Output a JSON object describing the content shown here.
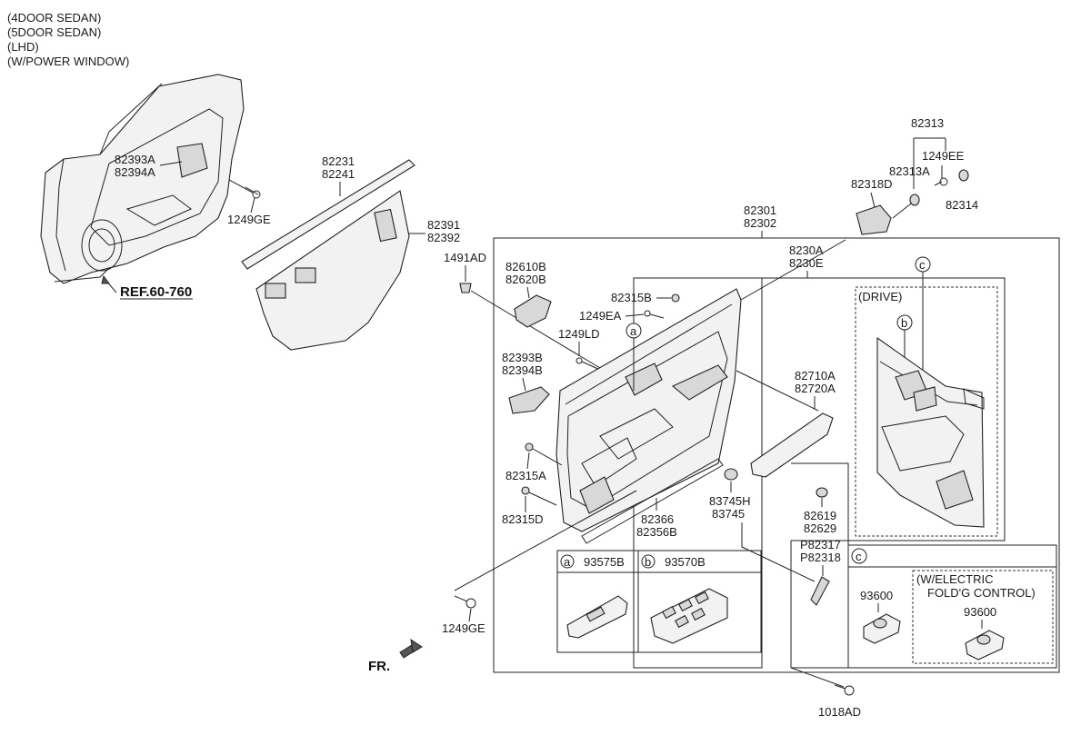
{
  "header_notes": [
    "(4DOOR SEDAN)",
    "(5DOOR SEDAN)",
    "(LHD)",
    "(W/POWER WINDOW)"
  ],
  "ref_label": "REF.60-760",
  "fr_label": "FR.",
  "parts": {
    "p82393A": "82393A",
    "p82394A": "82394A",
    "p1249GE_top": "1249GE",
    "p82231": "82231",
    "p82241": "82241",
    "p82391": "82391",
    "p82392": "82392",
    "p1491AD": "1491AD",
    "p82610B": "82610B",
    "p82620B": "82620B",
    "p82301": "82301",
    "p82302": "82302",
    "p82313": "82313",
    "p1249EE": "1249EE",
    "p82313A": "82313A",
    "p82318D": "82318D",
    "p82314": "82314",
    "p8230A": "8230A",
    "p8230E": "8230E",
    "p82315B": "82315B",
    "p1249EA": "1249EA",
    "p1249LD": "1249LD",
    "p82393B": "82393B",
    "p82394B": "82394B",
    "p82315A": "82315A",
    "p82315D": "82315D",
    "p82366": "82366",
    "p82356B": "82356B",
    "p83745H": "83745H",
    "p83745": "83745",
    "p82710A": "82710A",
    "p82720A": "82720A",
    "p82619": "82619",
    "p82629": "82629",
    "pP82317": "P82317",
    "pP82318": "P82318",
    "p1249GE_bottom": "1249GE",
    "p1018AD": "1018AD",
    "p93575B": "93575B",
    "p93570B": "93570B",
    "p93600_a": "93600",
    "p93600_b": "93600"
  },
  "callouts": {
    "a": "a",
    "b": "b",
    "c": "c"
  },
  "drive_label": "(DRIVE)",
  "electric_label_1": "(W/ELECTRIC",
  "electric_label_2": "FOLD'G CONTROL)"
}
